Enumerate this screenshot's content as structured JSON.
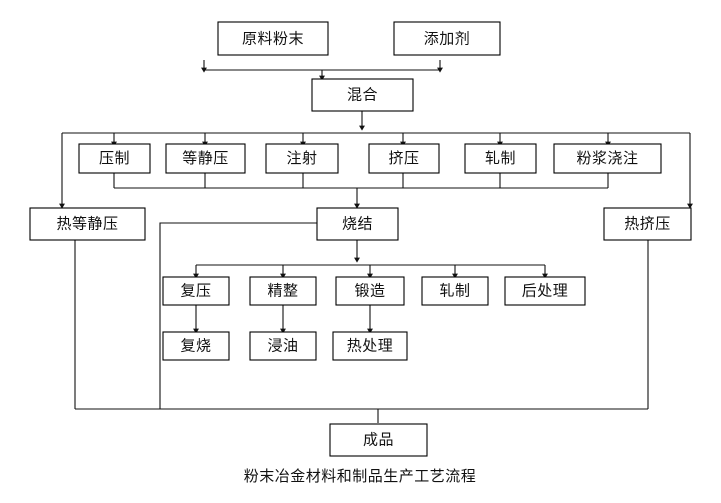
{
  "diagram": {
    "caption": "粉末冶金材料和制品生产工艺流程",
    "colors": {
      "background": "#ffffff",
      "box_stroke": "#000000",
      "box_fill": "#ffffff",
      "line": "#111111",
      "text": "#111111"
    },
    "nodes": {
      "raw_powder": "原料粉末",
      "additive": "添加剂",
      "mixing": "混合",
      "pressing": "压制",
      "isostatic_pressing": "等静压",
      "injection": "注射",
      "extrusion": "挤压",
      "rolling": "轧制",
      "slip_casting": "粉浆浇注",
      "hot_isostatic_pressing": "热等静压",
      "sintering": "烧结",
      "hot_extrusion": "热挤压",
      "repressing": "复压",
      "sizing": "精整",
      "forging": "锻造",
      "rolling2": "轧制",
      "post_treatment": "后处理",
      "resintering": "复烧",
      "oil_impregnation": "浸油",
      "heat_treatment": "热处理",
      "finished_product": "成品"
    },
    "rows": {
      "inputs": [
        "原料粉末",
        "添加剂"
      ],
      "mix": [
        "混合"
      ],
      "forming": [
        "压制",
        "等静压",
        "注射",
        "挤压",
        "轧制",
        "粉浆浇注"
      ],
      "consolidation": [
        "热等静压",
        "烧结",
        "热挤压"
      ],
      "secondary": [
        "复压",
        "精整",
        "锻造",
        "轧制",
        "后处理"
      ],
      "finishing": [
        "复烧",
        "浸油",
        "热处理"
      ],
      "output": [
        "成品"
      ]
    },
    "edges": [
      {
        "from": "混合",
        "to": "原料粉末",
        "type": "up-arrow"
      },
      {
        "from": "混合",
        "to": "添加剂",
        "type": "up-arrow"
      },
      {
        "from": "原料粉末+添加剂",
        "to": "混合",
        "type": "down-arrow"
      },
      {
        "from": "混合",
        "to": "压制",
        "type": "bus-down-arrow"
      },
      {
        "from": "混合",
        "to": "等静压",
        "type": "bus-down-arrow"
      },
      {
        "from": "混合",
        "to": "注射",
        "type": "bus-down-arrow"
      },
      {
        "from": "混合",
        "to": "挤压",
        "type": "bus-down-arrow"
      },
      {
        "from": "混合",
        "to": "轧制",
        "type": "bus-down-arrow"
      },
      {
        "from": "混合",
        "to": "粉浆浇注",
        "type": "bus-down-arrow"
      },
      {
        "from": "混合-bus",
        "to": "热等静压",
        "type": "down-arrow"
      },
      {
        "from": "混合-bus",
        "to": "热挤压",
        "type": "down-arrow"
      },
      {
        "from": "forming-bus",
        "to": "烧结",
        "type": "down-arrow"
      },
      {
        "from": "烧结",
        "to": "复压",
        "type": "bus-down-arrow"
      },
      {
        "from": "烧结",
        "to": "精整",
        "type": "bus-down-arrow"
      },
      {
        "from": "烧结",
        "to": "锻造",
        "type": "bus-down-arrow"
      },
      {
        "from": "烧结",
        "to": "轧制",
        "type": "bus-down-arrow"
      },
      {
        "from": "烧结",
        "to": "后处理",
        "type": "bus-down-arrow"
      },
      {
        "from": "复压",
        "to": "复烧",
        "type": "down-arrow"
      },
      {
        "from": "精整",
        "to": "浸油",
        "type": "down-arrow"
      },
      {
        "from": "锻造",
        "to": "热处理",
        "type": "down-arrow"
      },
      {
        "from": "烧结",
        "to": "成品",
        "type": "bypass-left"
      },
      {
        "from": "热等静压",
        "to": "成品",
        "type": "bus-down"
      },
      {
        "from": "热挤压",
        "to": "成品",
        "type": "bus-down"
      }
    ]
  }
}
